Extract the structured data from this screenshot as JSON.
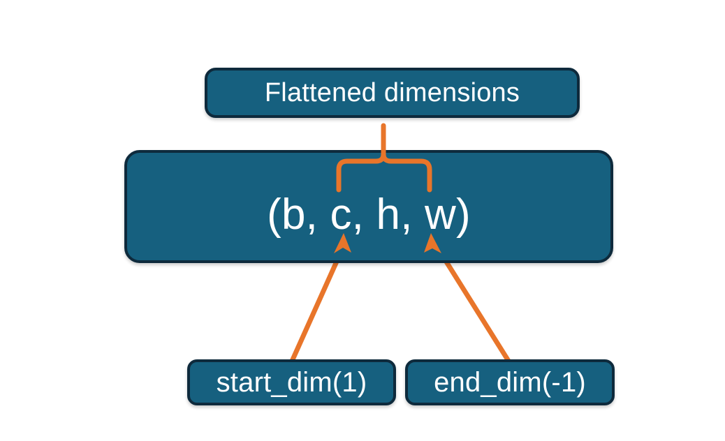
{
  "diagram": {
    "title_text": "Flattened dimensions",
    "background_color": "#ffffff",
    "node_fill_color": "#16607f",
    "node_border_color": "#0e2a3c",
    "node_text_color": "#ffffff",
    "connector_color": "#e8752a",
    "nodes": {
      "flattened": {
        "label": "Flattened dimensions"
      },
      "shape": {
        "label": "(b, c, h, w)"
      },
      "start_dim": {
        "label": "start_dim(1)"
      },
      "end_dim": {
        "label": "end_dim(-1)"
      }
    },
    "connectors": [
      {
        "name": "brace-flattened-to-shape",
        "kind": "curly-brace-up",
        "from": "shape.c..w",
        "to": "flattened"
      },
      {
        "name": "arrow-start-dim-to-c",
        "kind": "arrow",
        "from": "start_dim",
        "to": "shape.c"
      },
      {
        "name": "arrow-end-dim-to-w",
        "kind": "arrow",
        "from": "end_dim",
        "to": "shape.w"
      }
    ]
  }
}
